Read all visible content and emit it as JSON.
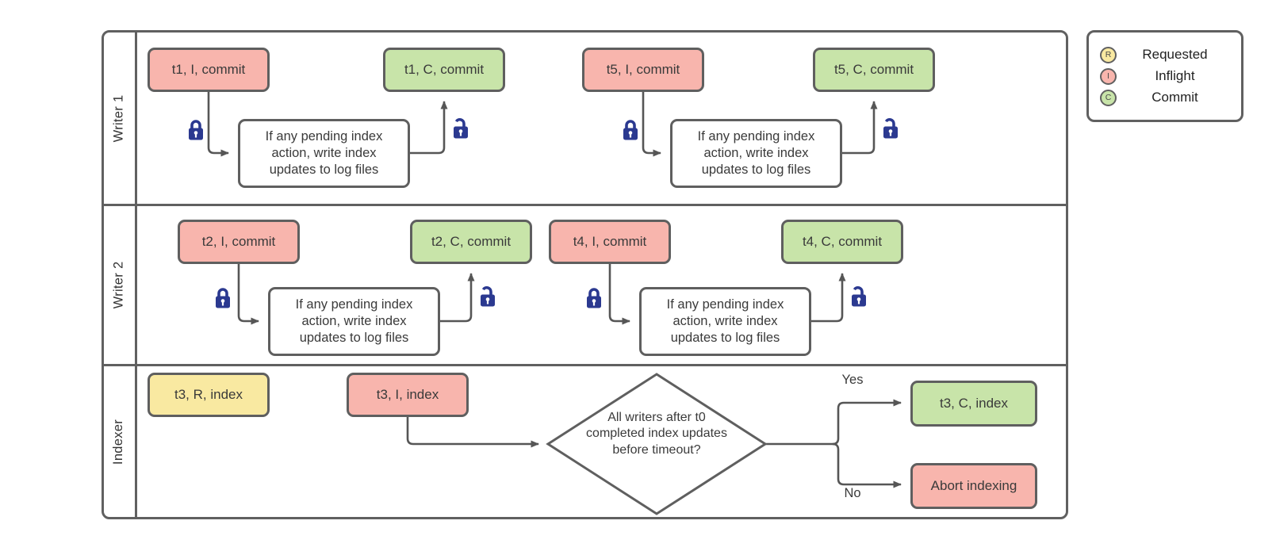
{
  "lanes": [
    {
      "label": "Writer 1"
    },
    {
      "label": "Writer 2"
    },
    {
      "label": "Indexer"
    }
  ],
  "nodes": {
    "writer1": {
      "inflight1": "t1, I, commit",
      "process1": "If any pending index action, write index updates to log files",
      "commit1": "t1, C, commit",
      "inflight2": "t5, I, commit",
      "process2": "If any pending index action, write index updates to log files",
      "commit2": "t5, C, commit"
    },
    "writer2": {
      "inflight1": "t2, I, commit",
      "process1": "If any pending index action, write index updates to log files",
      "commit1": "t2, C, commit",
      "inflight2": "t4, I, commit",
      "process2": "If any pending index action, write index updates to log files",
      "commit2": "t4, C, commit"
    },
    "indexer": {
      "requested": "t3, R, index",
      "inflight": "t3, I, index",
      "decision": "All writers after t0 completed index updates before timeout?",
      "yes_label": "Yes",
      "no_label": "No",
      "commit": "t3, C, index",
      "abort": "Abort indexing"
    }
  },
  "legend": {
    "items": [
      {
        "letter": "R",
        "label": "Requested",
        "color": "#f9e9a1"
      },
      {
        "letter": "I",
        "label": "Inflight",
        "color": "#f8b5ad"
      },
      {
        "letter": "C",
        "label": "Commit",
        "color": "#c8e4a9"
      }
    ]
  },
  "colors": {
    "inflight_fill": "#f8b5ad",
    "commit_fill": "#c8e4a9",
    "requested_fill": "#f9e9a1",
    "process_fill": "#ffffff",
    "lock_icon": "#2b3990",
    "shape_border": "#5f5f5f",
    "arrow": "#565656"
  }
}
